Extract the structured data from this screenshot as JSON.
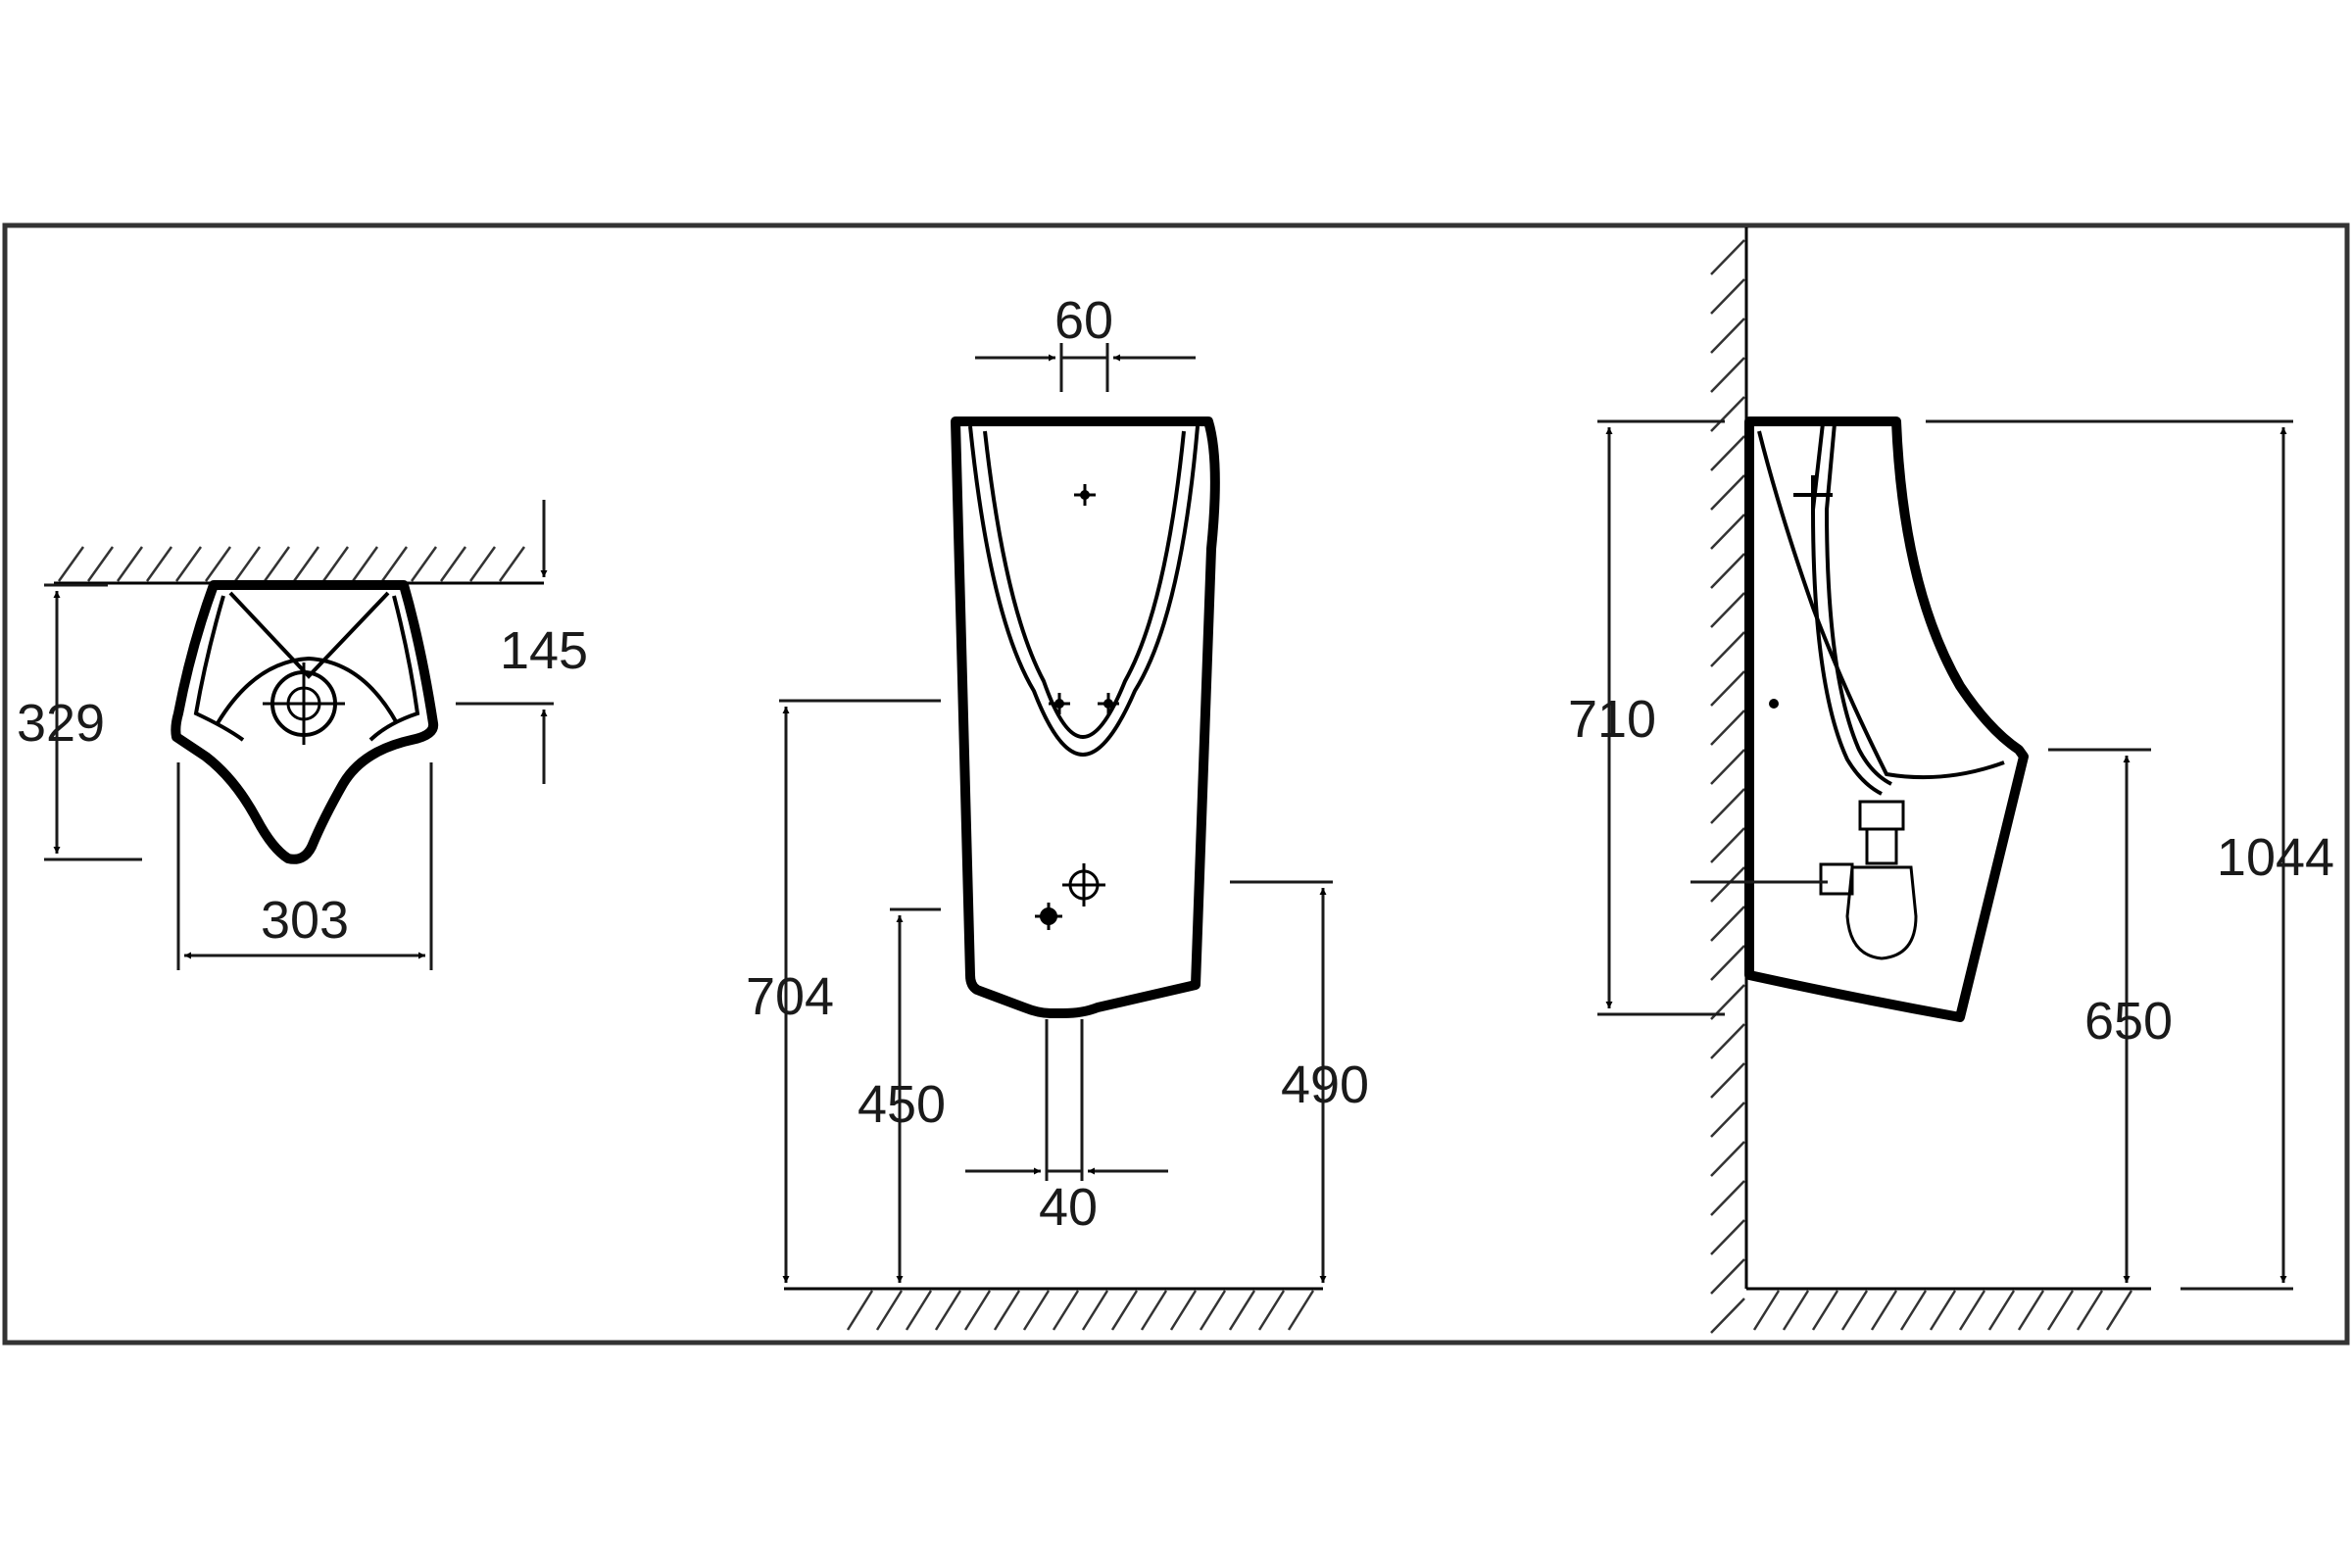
{
  "drawing": {
    "top_view": {
      "depth": "329",
      "width": "303",
      "inlet_offset": "145"
    },
    "front_view": {
      "inlet_width": "60",
      "outlet_width": "40",
      "overall_height": "704",
      "outlet_height": "450",
      "rim_height": "490"
    },
    "side_view": {
      "body_height": "710",
      "top_height": "1044",
      "lip_height": "650"
    }
  }
}
